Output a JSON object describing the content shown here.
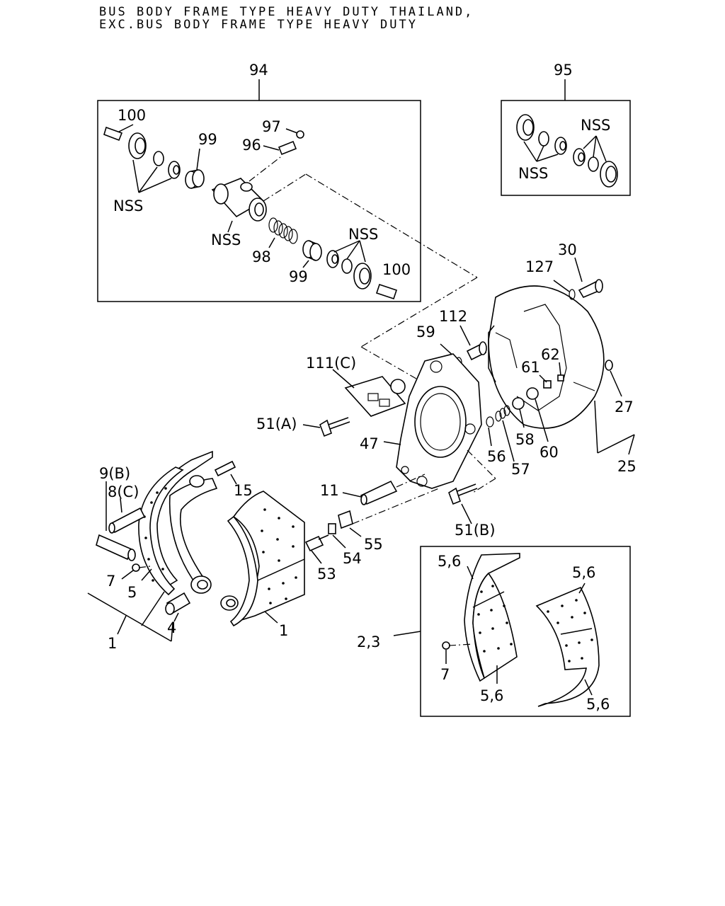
{
  "header": {
    "line1": "BUS BODY FRAME TYPE HEAVY DUTY THAILAND,",
    "line2": "EXC.BUS BODY FRAME TYPE HEAVY DUTY"
  },
  "labels": {
    "l94": "94",
    "l95": "95",
    "l100a": "100",
    "l97": "97",
    "l96": "96",
    "l99a": "99",
    "nss1": "NSS",
    "nss2": "NSS",
    "nss3": "NSS",
    "nss4": "NSS",
    "nss5": "NSS",
    "l98": "98",
    "l99b": "99",
    "l100b": "100",
    "l30": "30",
    "l127": "127",
    "l112": "112",
    "l59": "59",
    "l111c": "111(C)",
    "l62": "62",
    "l61": "61",
    "l27": "27",
    "l51a": "51(A)",
    "l47": "47",
    "l58": "58",
    "l60": "60",
    "l56": "56",
    "l57": "57",
    "l25": "25",
    "l9b": "9(B)",
    "l8c": "8(C)",
    "l15": "15",
    "l11": "11",
    "l51b": "51(B)",
    "l55": "55",
    "l54": "54",
    "l53": "53",
    "l7a": "7",
    "l5": "5",
    "l4": "4",
    "l1a": "1",
    "l1b": "1",
    "l56a": "5,6",
    "l56b": "5,6",
    "l23": "2,3",
    "l7b": "7",
    "l56c": "5,6",
    "l56d": "5,6"
  }
}
